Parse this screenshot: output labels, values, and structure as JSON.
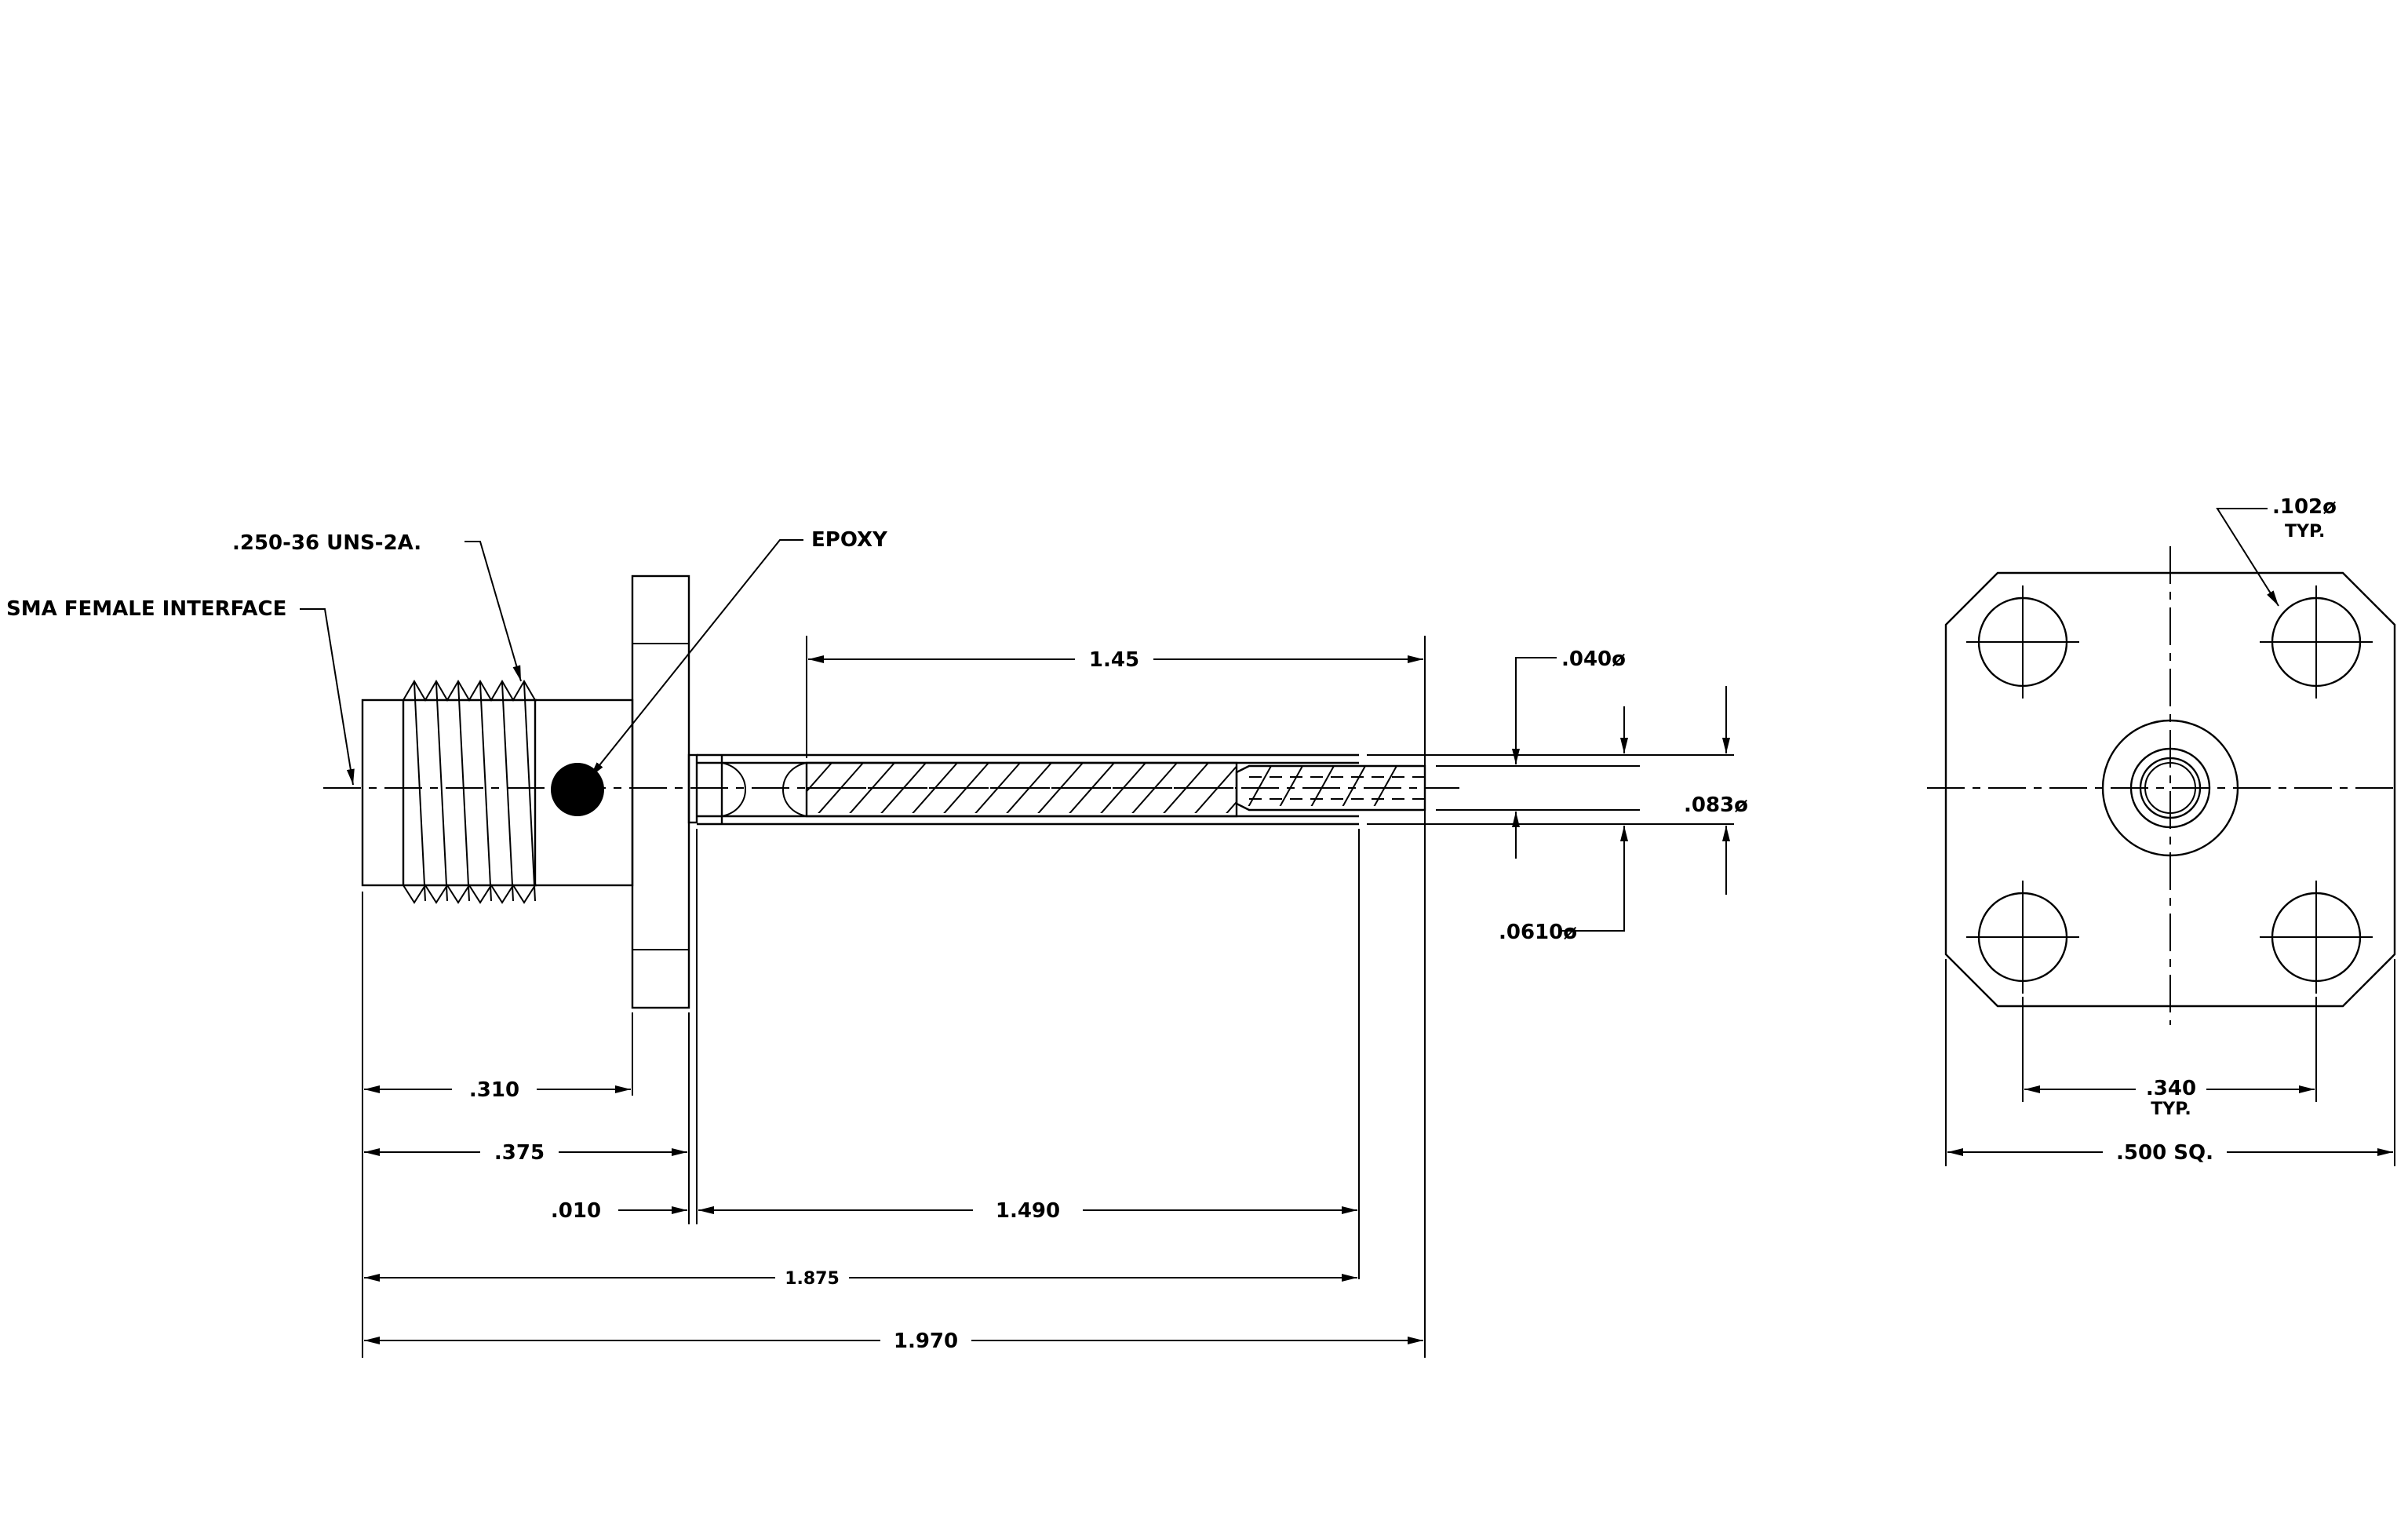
{
  "labels": {
    "sma_interface": "SMA FEMALE INTERFACE",
    "thread": ".250-36 UNS-2A.",
    "epoxy": "EPOXY",
    "dim_145": "1.45",
    "dim_040": ".040ø",
    "dim_083": ".083ø",
    "dim_0610": ".0610ø",
    "dim_310": ".310",
    "dim_375": ".375",
    "dim_010": ".010",
    "dim_1490": "1.490",
    "dim_1875": "1.875",
    "dim_1970": "1.970",
    "dim_102": ".102ø",
    "dim_102_typ": "TYP.",
    "dim_340": ".340",
    "dim_340_typ": "TYP.",
    "dim_500": ".500 SQ."
  }
}
